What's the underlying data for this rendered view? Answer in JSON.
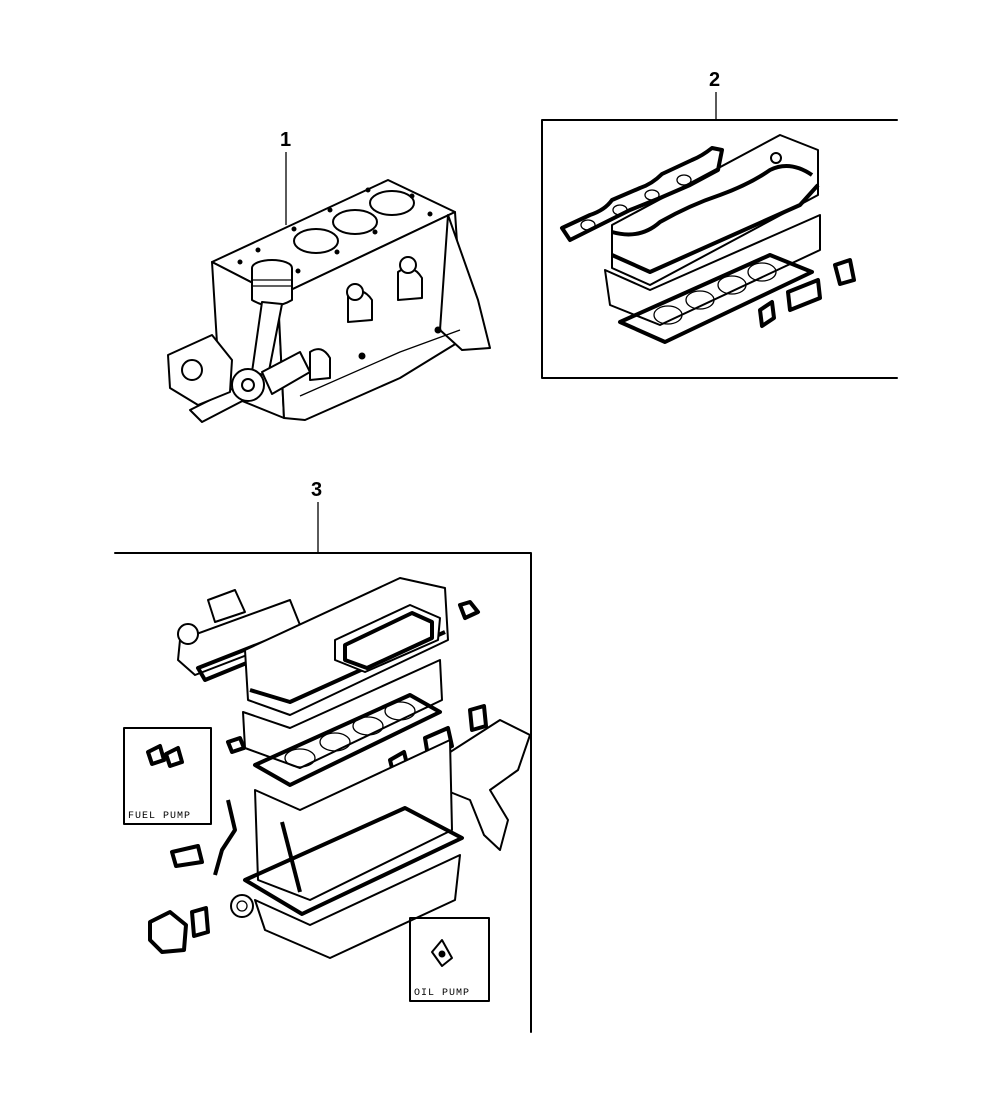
{
  "callouts": {
    "engine_block": "1",
    "upper_gasket_kit": "2",
    "full_gasket_kit": "3"
  },
  "inset_labels": {
    "fuel_pump": "FUEL PUMP",
    "oil_pump": "OIL PUMP"
  }
}
